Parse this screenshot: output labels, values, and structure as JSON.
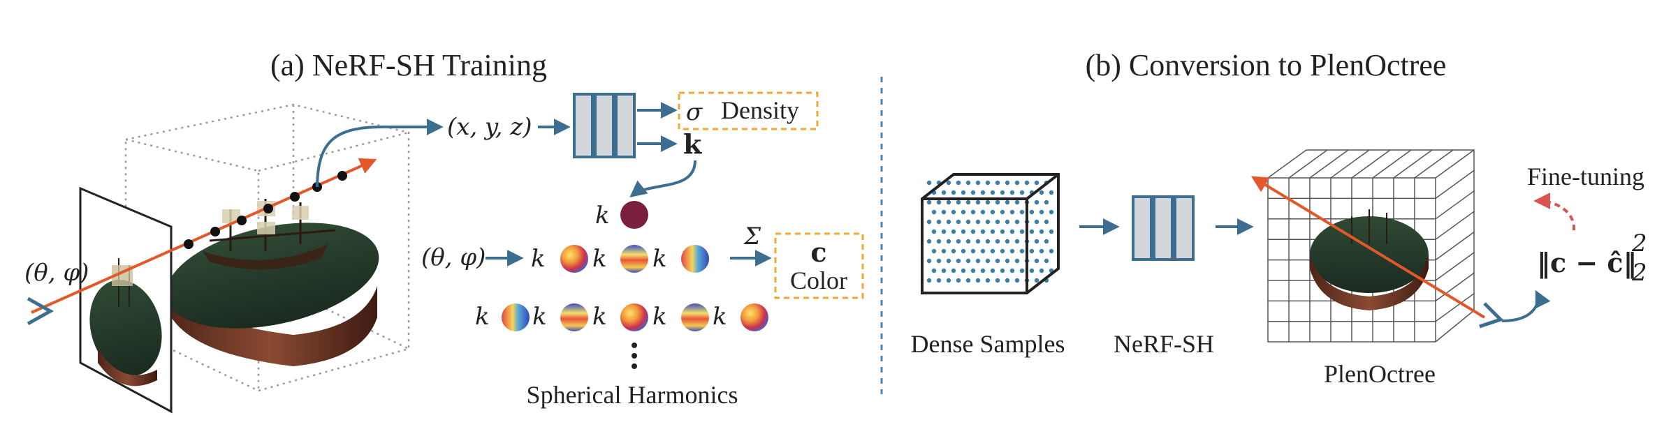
{
  "panel_a": {
    "title": "(a) NeRF-SH Training",
    "input_xyz": "(x, y, z)",
    "input_view": "(θ, φ)",
    "input_view_left": "(θ, φ)",
    "out_sigma": "σ",
    "out_density": "Density",
    "out_k": "k",
    "sum_symbol": "Σ",
    "out_c": "c",
    "out_color": "Color",
    "sh_caption": "Spherical Harmonics",
    "sh_k00": "k",
    "sh_row1": [
      "k",
      "k",
      "k"
    ],
    "sh_row2": [
      "k",
      "k",
      "k",
      "k",
      "k"
    ]
  },
  "panel_b": {
    "title": "(b) Conversion to PlenOctree",
    "dense_samples": "Dense Samples",
    "nerf_sh": "NeRF-SH",
    "plenoctree": "PlenOctree",
    "fine_tuning": "Fine-tuning",
    "loss": "‖c − ĉ‖"
  },
  "colors": {
    "arrow": "#3b6e8f",
    "ray": "#e2582a",
    "dashed_box": "#f0a830",
    "mlp_fill": "#d3d7db",
    "sh_k00": "#7a1f3d",
    "fine_tune_arrow": "#d9534f",
    "divider": "#4a86b8"
  }
}
